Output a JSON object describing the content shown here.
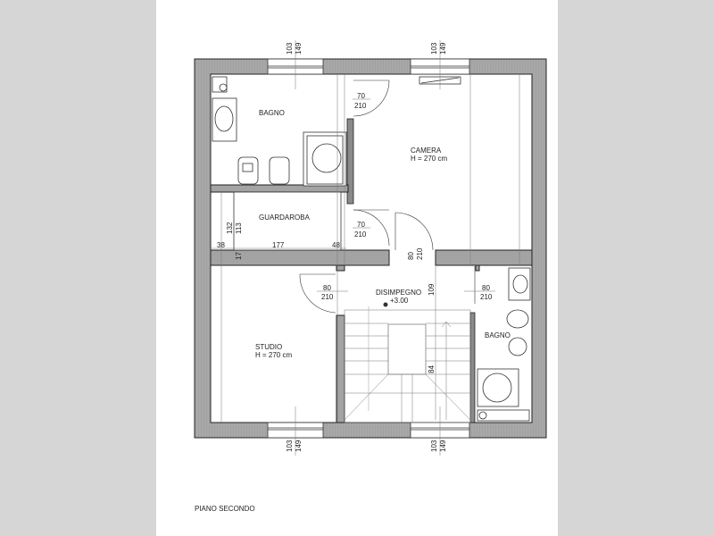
{
  "plan": {
    "title": "PIANO SECONDO",
    "rooms": {
      "bagno1": "BAGNO",
      "camera": "CAMERA",
      "camera_height": "H = 270 cm",
      "guardaroba": "GUARDAROBA",
      "disimpegno": "DISIMPEGNO",
      "disimpegno_level": "+3.00",
      "studio": "STUDIO",
      "studio_height": "H = 270 cm",
      "bagno2": "BAGNO"
    },
    "windows": {
      "width": "103",
      "height": "149"
    },
    "doors": {
      "bagno1": {
        "w": "70",
        "h": "210"
      },
      "guardaroba": {
        "w": "70",
        "h": "210"
      },
      "camera": {
        "w": "80",
        "h": "210"
      },
      "studio": {
        "w": "80",
        "h": "210"
      },
      "bagno2": {
        "w": "80",
        "h": "210"
      }
    },
    "dims": {
      "d132": "132",
      "d113": "113",
      "d38": "38",
      "d177": "177",
      "d48": "48",
      "d17": "17",
      "d109": "109",
      "d84": "84"
    }
  },
  "colors": {
    "wall": "#a3a3a3",
    "background": "#d6d6d6"
  }
}
